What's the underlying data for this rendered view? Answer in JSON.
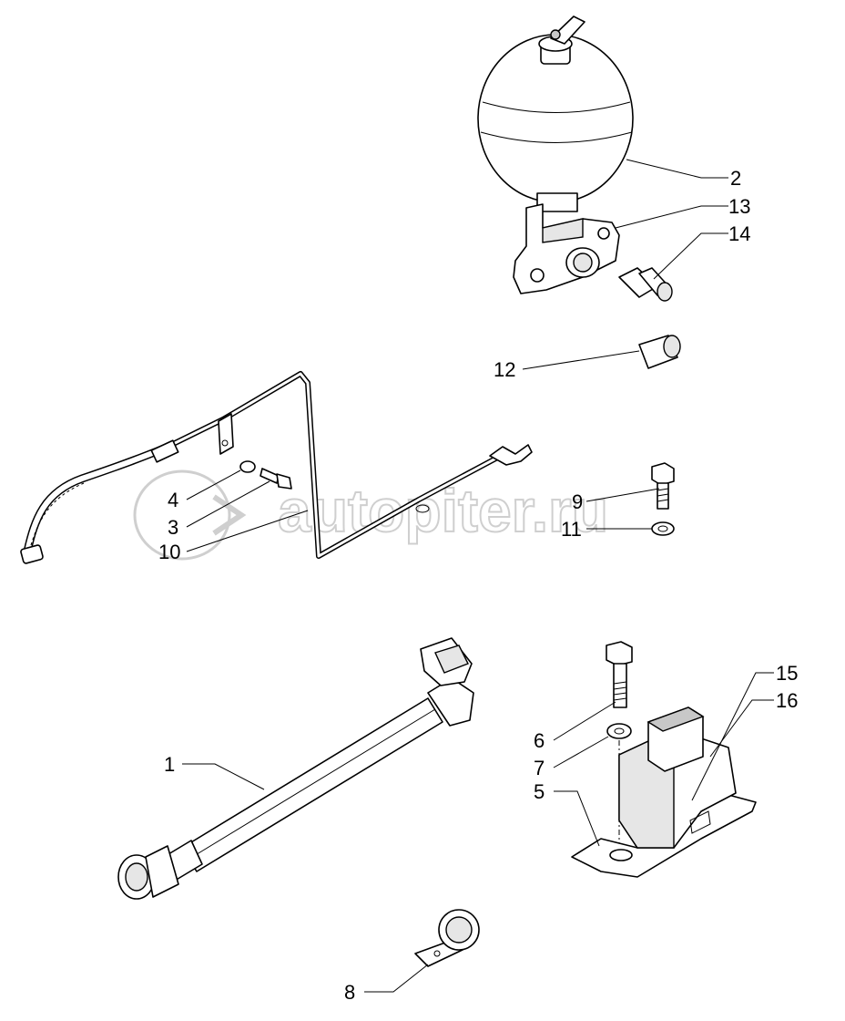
{
  "diagram": {
    "callouts": [
      {
        "id": "2",
        "label": "2"
      },
      {
        "id": "13",
        "label": "13"
      },
      {
        "id": "14",
        "label": "14"
      },
      {
        "id": "12",
        "label": "12"
      },
      {
        "id": "9",
        "label": "9"
      },
      {
        "id": "11",
        "label": "11"
      },
      {
        "id": "4",
        "label": "4"
      },
      {
        "id": "3",
        "label": "3"
      },
      {
        "id": "10",
        "label": "10"
      },
      {
        "id": "1",
        "label": "1"
      },
      {
        "id": "15",
        "label": "15"
      },
      {
        "id": "16",
        "label": "16"
      },
      {
        "id": "6",
        "label": "6"
      },
      {
        "id": "7",
        "label": "7"
      },
      {
        "id": "5",
        "label": "5"
      },
      {
        "id": "8",
        "label": "8"
      }
    ],
    "watermark": "autopiter.ru"
  },
  "colors": {
    "line": "#000000",
    "background": "#ffffff",
    "watermark": "#cfcfcf"
  }
}
